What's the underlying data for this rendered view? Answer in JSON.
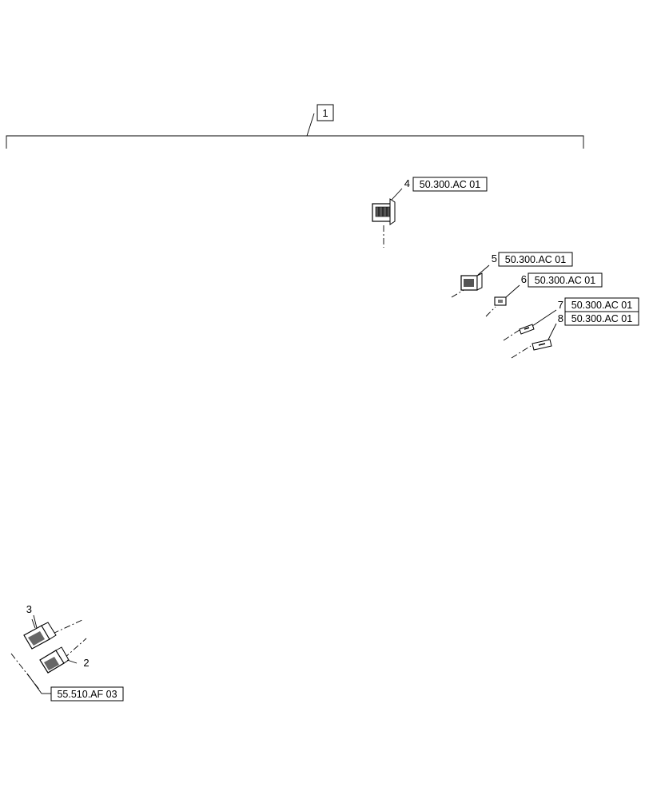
{
  "callouts": {
    "assembly": "1",
    "item2": "2",
    "item3": "3",
    "item4": "4",
    "item5": "5",
    "item6": "6",
    "item7": "7",
    "item8": "8"
  },
  "references": {
    "item4": "50.300.AC 01",
    "item5": "50.300.AC 01",
    "item6": "50.300.AC 01",
    "item7": "50.300.AC 01",
    "item8": "50.300.AC 01",
    "items2_3": "55.510.AF 03"
  },
  "icons": [
    "connector-3pin",
    "connector-4pin",
    "terminal-small",
    "terminal-flat",
    "connector-2pin"
  ]
}
